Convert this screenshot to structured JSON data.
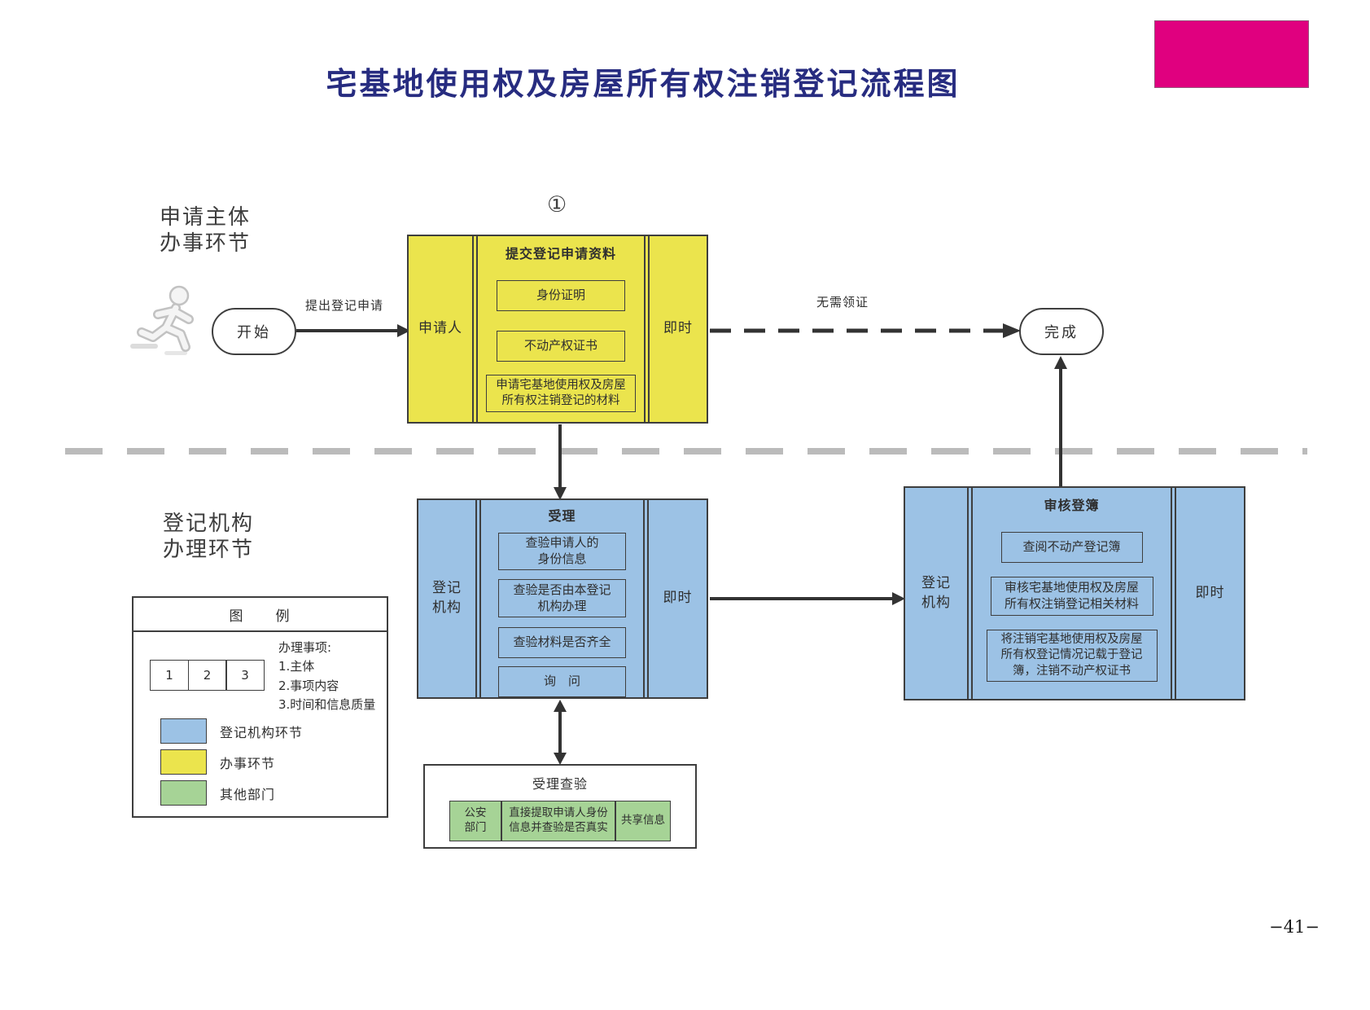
{
  "page": {
    "title": "宅基地使用权及房屋所有权注销登记流程图",
    "page_number": "−41−"
  },
  "lanes": {
    "applicant": "申请主体\n办事环节",
    "registry": "登记机构\n办理环节"
  },
  "flow": {
    "step_circle": "①",
    "start_label": "开始",
    "finish_label": "完成",
    "submit_arrow_label": "提出登记申请",
    "no_cert_label": "无需领证",
    "apply_box": {
      "subject": "申请人",
      "title": "提交登记申请资料",
      "items": [
        "身份证明",
        "不动产权证书",
        "申请宅基地使用权及房屋\n所有权注销登记的材料"
      ],
      "time": "即时"
    },
    "accept_box": {
      "subject": "登记\n机构",
      "title": "受理",
      "items": [
        "查验申请人的\n身份信息",
        "查验是否由本登记\n机构办理",
        "查验材料是否齐全",
        "询　问"
      ],
      "time": "即时"
    },
    "review_box": {
      "subject": "登记\n机构",
      "title": "审核登簿",
      "items": [
        "查阅不动产登记簿",
        "审核宅基地使用权及房屋\n所有权注销登记相关材料",
        "将注销宅基地使用权及房屋\n所有权登记情况记载于登记\n簿，注销不动产权证书"
      ],
      "time": "即时"
    },
    "verify_box": {
      "title": "受理查验",
      "cells": [
        "公安\n部门",
        "直接提取申请人身份\n信息并查验是否真实",
        "共享信息"
      ]
    }
  },
  "legend": {
    "header": "图　　例",
    "cells": [
      "1",
      "2",
      "3"
    ],
    "note_title": "办理事项:",
    "notes": [
      "1.主体",
      "2.事项内容",
      "3.时间和信息质量"
    ],
    "entries": [
      {
        "label": "登记机构环节",
        "color": "#9cc2e5"
      },
      {
        "label": "办事环节",
        "color": "#ebe44d"
      },
      {
        "label": "其他部门",
        "color": "#a6d396"
      }
    ]
  },
  "icons": {
    "start_figure": "running-person"
  },
  "palette": {
    "registry_blue": "#9cc2e5",
    "applicant_yellow": "#ebe44d",
    "other_dept_green": "#a6d396",
    "brand_pink": "#e0007f",
    "title_navy": "#272c80",
    "lane_divider_gray": "#bbbbbb",
    "line_dark": "#3e3e3e"
  }
}
